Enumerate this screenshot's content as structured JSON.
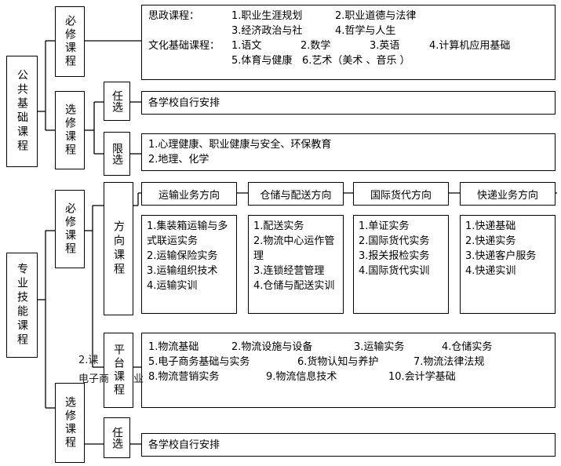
{
  "public": {
    "title": "公共基础课程",
    "required": "必修课程",
    "elective": "选修课程",
    "optional": "任选",
    "limited": "限选",
    "required_content": {
      "ideology_label": "思政课程：",
      "ideology": [
        "1.职业生涯规划",
        "2.职业道德与法律",
        "3.经济政治与社",
        "4.哲学与人生"
      ],
      "culture_label": "文化基础课程：",
      "culture": [
        "1.语文",
        "2.数学",
        "3.英语",
        "4.计算机应用基础",
        "5.体育与健康",
        "6.艺术（美术 、音乐 ）"
      ]
    },
    "optional_text": "各学校自行安排",
    "limited_items": [
      "1.心理健康、职业健康与安全、环保教育",
      "2.地理、化学"
    ]
  },
  "professional": {
    "title": "专业技能课程",
    "required": "必修课程",
    "elective": "选修课程",
    "direction": "方向课程",
    "platform": "平台课程",
    "optional": "任选",
    "directions": [
      {
        "name": "运输业务方向",
        "items": [
          "1.集装箱运输与多式联运实务",
          "2.运输保险实务",
          "3.运输组织技术",
          "4.运输实训"
        ]
      },
      {
        "name": "仓储与配送方向",
        "items": [
          "1.配送实务",
          "2.物流中心运作管理",
          "3.连锁经营管理",
          "4.仓储与配送实训"
        ]
      },
      {
        "name": "国际货代方向",
        "items": [
          "1.单证实务",
          "2.国际货代实务",
          "3.报关报检实务",
          "4.国际货代实训"
        ]
      },
      {
        "name": "快递业务方向",
        "items": [
          "1.快递基础",
          "2.快递实务",
          "3.快递客户服务",
          "4.快递实训"
        ]
      }
    ],
    "platform_items": [
      "1.物流基础",
      "2.物流设施与设备",
      "3.运输实务",
      "4.仓储实务",
      "5.电子商务基础与实务",
      "6.货物认知与养护",
      "7.物流法律法规",
      "8.物流营销实务",
      "9.物流信息技术",
      "10.会计学基础"
    ],
    "optional_text": "各学校自行安排"
  },
  "stray": {
    "fragment_a": "2.课",
    "fragment_b": "电子商",
    "fragment_c": "业"
  }
}
